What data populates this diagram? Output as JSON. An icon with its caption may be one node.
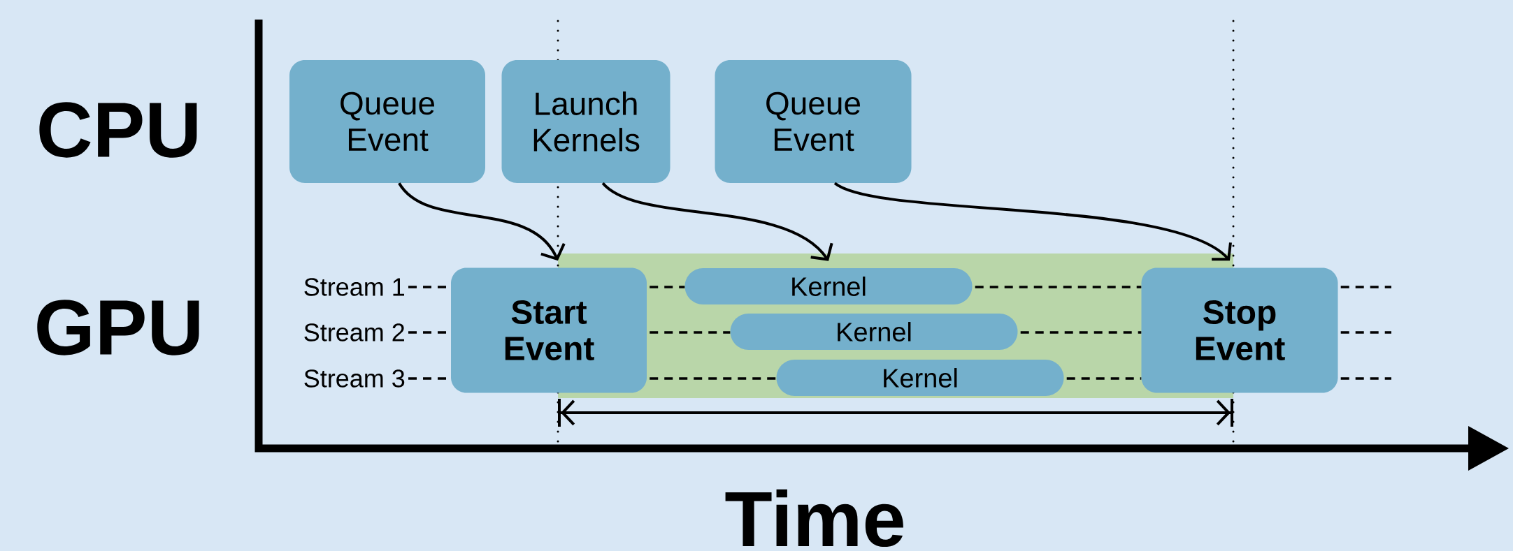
{
  "diagram": {
    "nodes": [
      {
        "text": [
          "Queue Event"
        ]
      },
      {
        "text": [
          "Launch Kernels"
        ]
      },
      {
        "text": [
          "Queue Event"
        ]
      },
      {
        "text": [
          "Start Event"
        ]
      },
      {
        "text": [
          "Kernel"
        ]
      },
      {
        "text": [
          "Kernel"
        ]
      },
      {
        "text": [
          "Kernel"
        ]
      },
      {
        "text": [
          "Stop Event"
        ]
      },
      {
        "text": [
          "Stream 1"
        ]
      },
      {
        "text": [
          "Stream 2"
        ]
      },
      {
        "text": [
          "Stream 3"
        ]
      }
    ],
    "edges": [
      {
        "from": 0,
        "to": 3,
        "arrow": "to"
      },
      {
        "from": 1,
        "to": 4,
        "arrow": "to"
      },
      {
        "from": 2,
        "to": 7,
        "arrow": "to"
      },
      {
        "from": 8,
        "to": 3,
        "arrow": "none",
        "style": "dashed"
      },
      {
        "from": 3,
        "to": 4,
        "arrow": "none",
        "style": "dashed"
      },
      {
        "from": 4,
        "to": 7,
        "arrow": "none",
        "style": "dashed"
      },
      {
        "from": 7,
        "to": null,
        "arrow": "none",
        "style": "dashed"
      },
      {
        "from": 9,
        "to": 3,
        "arrow": "none",
        "style": "dashed"
      },
      {
        "from": 3,
        "to": 5,
        "arrow": "none",
        "style": "dashed"
      },
      {
        "from": 5,
        "to": 7,
        "arrow": "none",
        "style": "dashed"
      },
      {
        "from": 7,
        "to": null,
        "arrow": "none",
        "style": "dashed"
      },
      {
        "from": 10,
        "to": 3,
        "arrow": "none",
        "style": "dashed"
      },
      {
        "from": 3,
        "to": 6,
        "arrow": "none",
        "style": "dashed"
      },
      {
        "from": 6,
        "to": 7,
        "arrow": "none",
        "style": "dashed"
      },
      {
        "from": 7,
        "to": null,
        "arrow": "none",
        "style": "dashed"
      }
    ],
    "labels": [
      "CPU",
      "GPU",
      "Time"
    ]
  }
}
